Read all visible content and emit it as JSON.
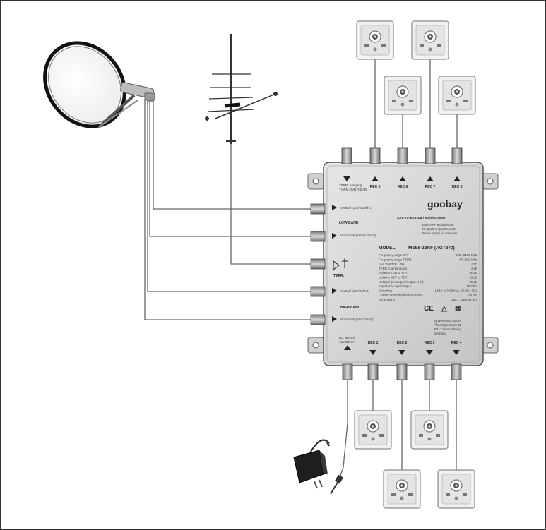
{
  "brand": "goobay",
  "model": {
    "product_code": "SAT-27-MS5108 / Multischalter",
    "name_label": "MODEL:",
    "name_value": "MS58-22RF (AGT370)",
    "description": [
      "Built-in RF Multiswitcher",
      "for Quattro-/Quattro-LNBs",
      "Power supply via Receiver"
    ]
  },
  "top_labels": {
    "terr_output": [
      "TERR. Ausgang",
      "TV/FM-DVB-T/DAB"
    ],
    "rec_5": "REC 5",
    "rec_6": "REC 6",
    "rec_7": "REC 7",
    "rec_8": "REC 8"
  },
  "inputs": {
    "input_1": "Vertical (13V/0-22kHz)",
    "low_band": "LOW BAND",
    "input_2": "Horizontal (18V/0-22kHz)",
    "terr": "TERR.",
    "input_3": "Vertical (13V/22kHz)",
    "high_band": "HIGH BAND",
    "input_4": "Horizontal (18V/22kHz)"
  },
  "specs": [
    {
      "label": "Frequency range SAT",
      "value": "950...2150 MHz"
    },
    {
      "label": "Frequency range TERR.",
      "value": "47...862 MHz"
    },
    {
      "label": "SAT insertion Loss",
      "value": "3 dB"
    },
    {
      "label": "TERR insertion Loss",
      "value": "2 dB"
    },
    {
      "label": "Isolation TER to SAT",
      "value": "30 dB"
    },
    {
      "label": "Isolation SAT to TER",
      "value": "25 dB"
    },
    {
      "label": "Isolation (cross pole/output to in)",
      "value": "25 dB"
    },
    {
      "label": "Impedance input/output",
      "value": "75 Ohm"
    },
    {
      "label": "Switching",
      "value": "13/18 V, 0/22kHz, 13/18 V 0/22"
    },
    {
      "label": "Current consumption per output",
      "value": "80 mA"
    },
    {
      "label": "Dimensions",
      "value": "160 x 119 x 38 mm"
    }
  ],
  "manufacturer": [
    "by Wentronic GmbH",
    "Pfenningbreite 20-22",
    "38112 Braunschweig",
    "Germany"
  ],
  "bottom_labels": {
    "dc_power": [
      "DC Netzteil",
      "12V DC 2A"
    ],
    "rec_1": "REC 1",
    "rec_2": "REC 2",
    "rec_3": "REC 3",
    "rec_4": "REC 4"
  },
  "marks": {
    "ce": "CE",
    "warn": "△",
    "bin": "⊠"
  },
  "icons": [
    "satellite-dish-icon",
    "terrestrial-antenna-icon",
    "wall-socket-icon",
    "power-adapter-icon",
    "multiswitch-device-icon"
  ]
}
